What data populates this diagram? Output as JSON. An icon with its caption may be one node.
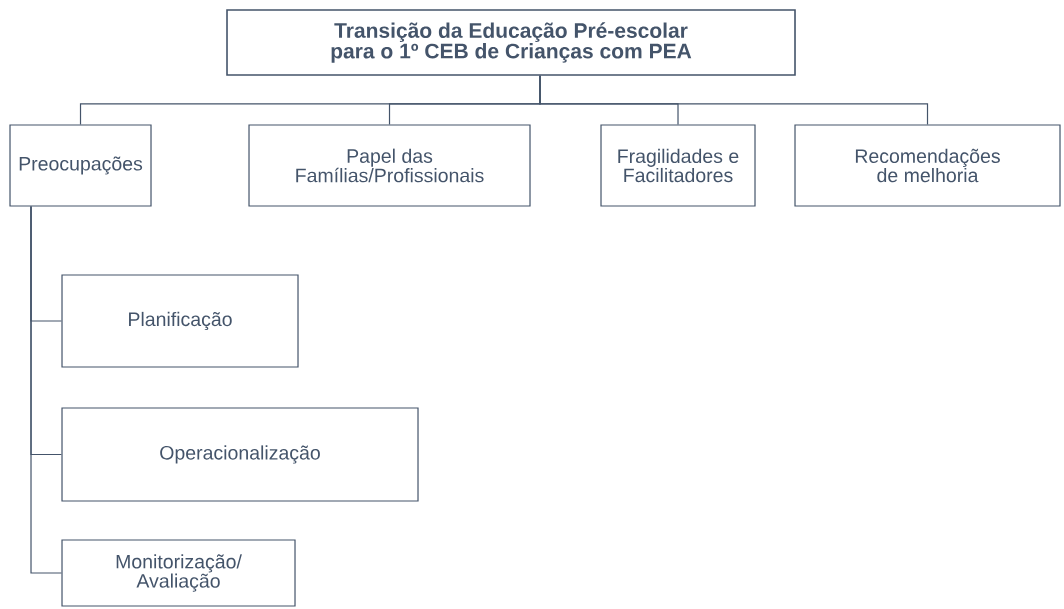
{
  "diagram": {
    "nodes": [
      {
        "text": [
          "Transição da Educação Pré-escolar para o 1º CEB de Crianças com PEA"
        ]
      },
      {
        "text": [
          "Preocupações"
        ]
      },
      {
        "text": [
          "Papel das Famílias/Profissionais"
        ]
      },
      {
        "text": [
          "Fragilidades e Facilitadores"
        ]
      },
      {
        "text": [
          "Recomendações de melhoria"
        ]
      },
      {
        "text": [
          "Planificação"
        ]
      },
      {
        "text": [
          "Operacionalização"
        ]
      },
      {
        "text": [
          "Monitorização/ Avaliação"
        ]
      }
    ],
    "edges": [
      {
        "from": 0,
        "to": 1,
        "arrow": "none"
      },
      {
        "from": 0,
        "to": 2,
        "arrow": "none"
      },
      {
        "from": 0,
        "to": 3,
        "arrow": "none"
      },
      {
        "from": 0,
        "to": 4,
        "arrow": "none"
      },
      {
        "from": 1,
        "to": 5,
        "arrow": "none"
      },
      {
        "from": 1,
        "to": 6,
        "arrow": "none"
      },
      {
        "from": 1,
        "to": 7,
        "arrow": "none"
      }
    ]
  }
}
